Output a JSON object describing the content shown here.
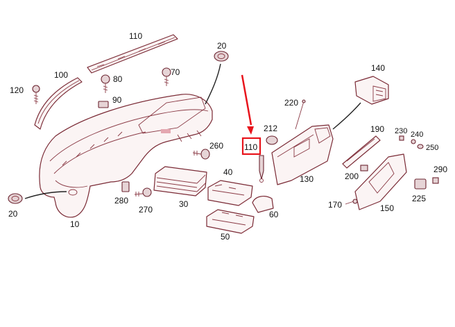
{
  "colors": {
    "line": "#7a2a35",
    "highlight": "#e8141c",
    "text": "#111111",
    "fill": "#fbf4f4"
  },
  "highlighted_part": "110",
  "labels": {
    "p110_top": "110",
    "p20_top": "20",
    "p100": "100",
    "p80": "80",
    "p70": "70",
    "p120": "120",
    "p90": "90",
    "p140": "140",
    "p220": "220",
    "p212": "212",
    "p110_hl": "110",
    "p190": "190",
    "p230": "230",
    "p240": "240",
    "p250": "250",
    "p260": "260",
    "p40": "40",
    "p130": "130",
    "p200": "200",
    "p290": "290",
    "p280": "280",
    "p270": "270",
    "p30": "30",
    "p20_bottom": "20",
    "p10": "10",
    "p60": "60",
    "p50": "50",
    "p170": "170",
    "p150": "150",
    "p225": "225"
  }
}
